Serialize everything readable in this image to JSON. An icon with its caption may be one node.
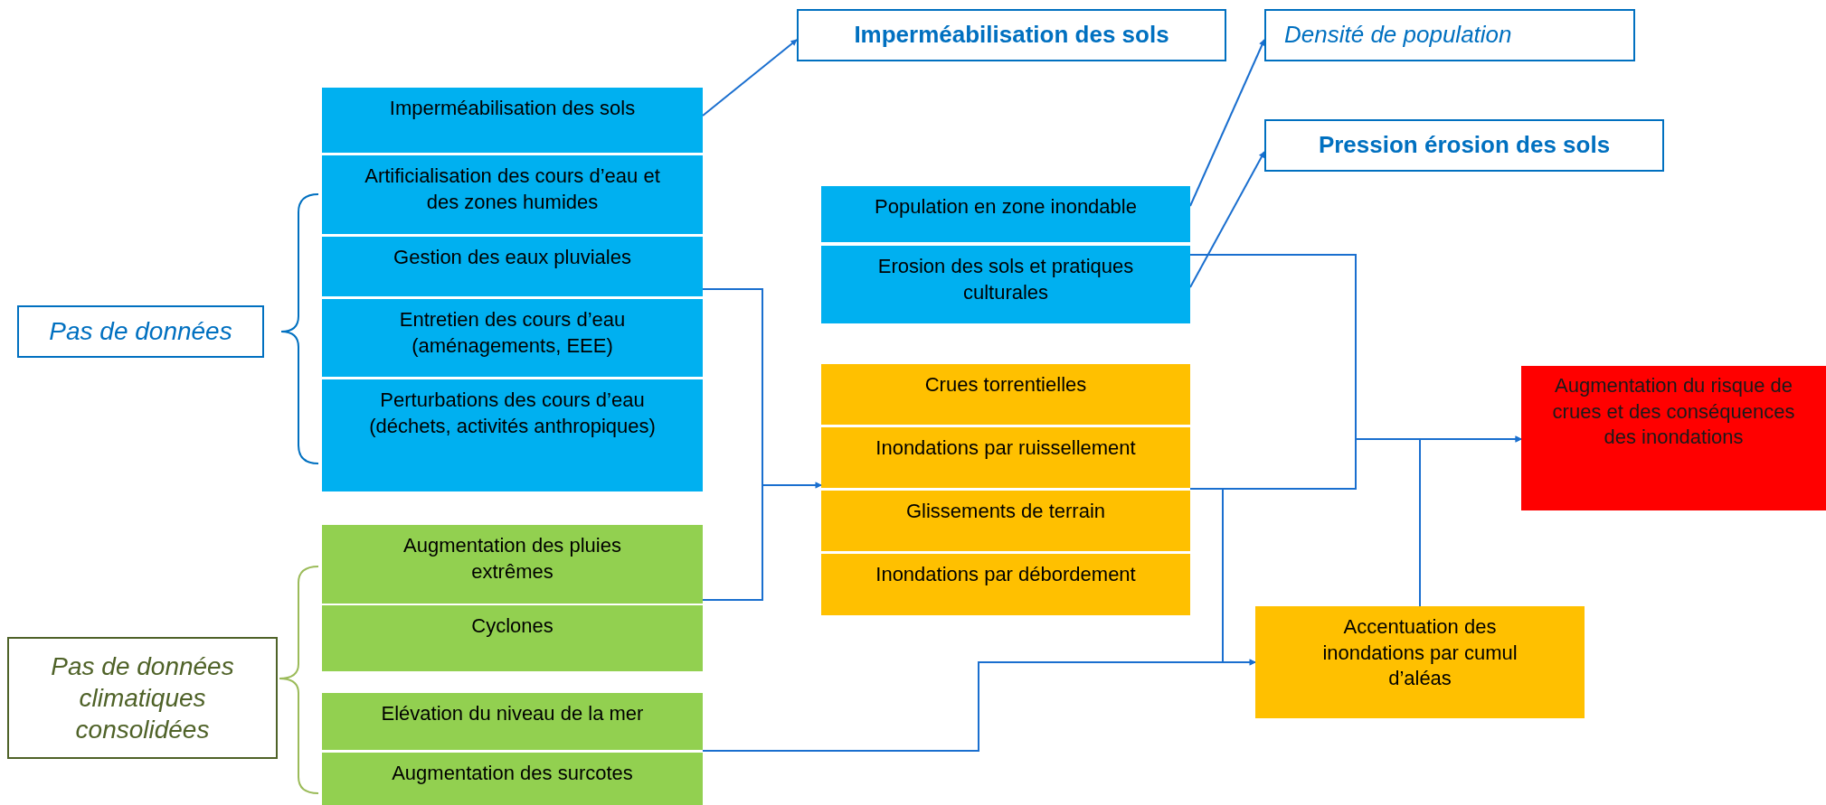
{
  "diagram": {
    "nodes": [
      {
        "text": [
          "Imperméabilisation des sols"
        ]
      },
      {
        "text": [
          "Densité de population"
        ]
      },
      {
        "text": [
          "Pression érosion des sols"
        ]
      },
      {
        "text": [
          "Imperméabilisation des sols"
        ]
      },
      {
        "text": [
          "Artificialisation des cours d’eau et des zones humides"
        ]
      },
      {
        "text": [
          "Gestion des eaux pluviales"
        ]
      },
      {
        "text": [
          "Entretien des cours d’eau (aménagements, EEE)"
        ]
      },
      {
        "text": [
          "Perturbations des cours d’eau (déchets, activités anthropiques)"
        ]
      },
      {
        "text": [
          "Pas de données"
        ]
      },
      {
        "text": [
          "Population en zone inondable"
        ]
      },
      {
        "text": [
          "Erosion des sols et pratiques culturales"
        ]
      },
      {
        "text": [
          "Crues torrentielles"
        ]
      },
      {
        "text": [
          "Inondations par ruissellement"
        ]
      },
      {
        "text": [
          "Glissements de terrain"
        ]
      },
      {
        "text": [
          "Inondations par débordement"
        ]
      },
      {
        "text": [
          "Augmentation du risque de crues et des conséquences des inondations"
        ]
      },
      {
        "text": [
          "Augmentation des pluies extrêmes"
        ]
      },
      {
        "text": [
          "Cyclones"
        ]
      },
      {
        "text": [
          "Accentuation des inondations par cumul d’aléas"
        ]
      },
      {
        "text": [
          "Pas de données climatiques consolidées"
        ]
      },
      {
        "text": [
          "Elévation du niveau de la mer"
        ]
      },
      {
        "text": [
          "Augmentation des surcotes"
        ]
      }
    ],
    "edges": [
      {
        "from": 3,
        "to": 0,
        "arrow": "to"
      },
      {
        "from": 5,
        "to": 12,
        "arrow": "to"
      },
      {
        "from": 16,
        "to": 12,
        "arrow": "to"
      },
      {
        "from": 9,
        "to": 1,
        "arrow": "to"
      },
      {
        "from": 10,
        "to": 2,
        "arrow": "to"
      },
      {
        "from": 10,
        "to": 15,
        "arrow": "to"
      },
      {
        "from": 12,
        "to": 15,
        "arrow": "to"
      },
      {
        "from": 18,
        "to": 15,
        "arrow": "to"
      },
      {
        "from": 12,
        "to": 18,
        "arrow": "to"
      },
      {
        "from": 20,
        "to": 18,
        "arrow": "to"
      }
    ]
  }
}
